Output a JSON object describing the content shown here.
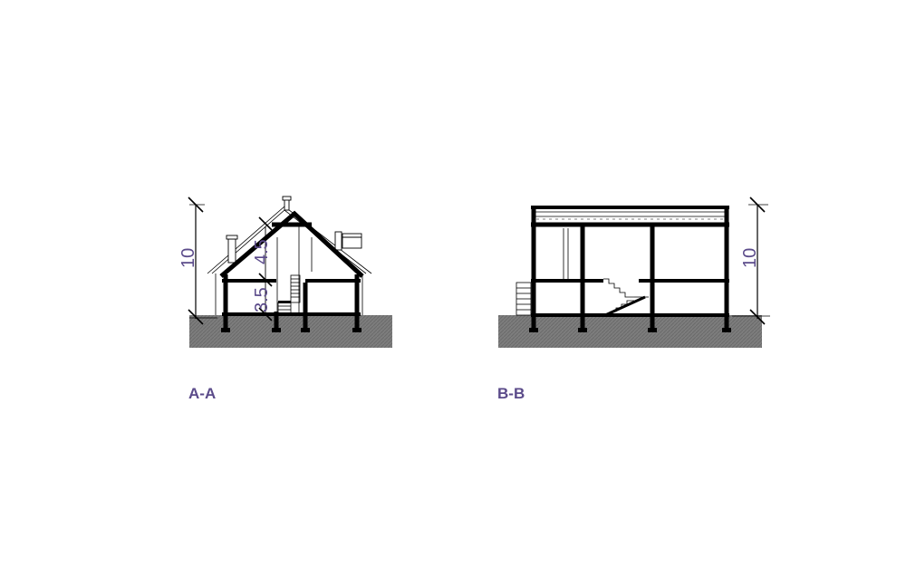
{
  "section_aa": {
    "caption": "A-A",
    "total_height": "10",
    "upper_height": "4.5",
    "lower_height": "3.5"
  },
  "section_bb": {
    "caption": "B-B",
    "total_height": "10"
  },
  "colors": {
    "label": "#5b4b8a",
    "ground": "#7d7d7d",
    "wall": "#000000"
  }
}
